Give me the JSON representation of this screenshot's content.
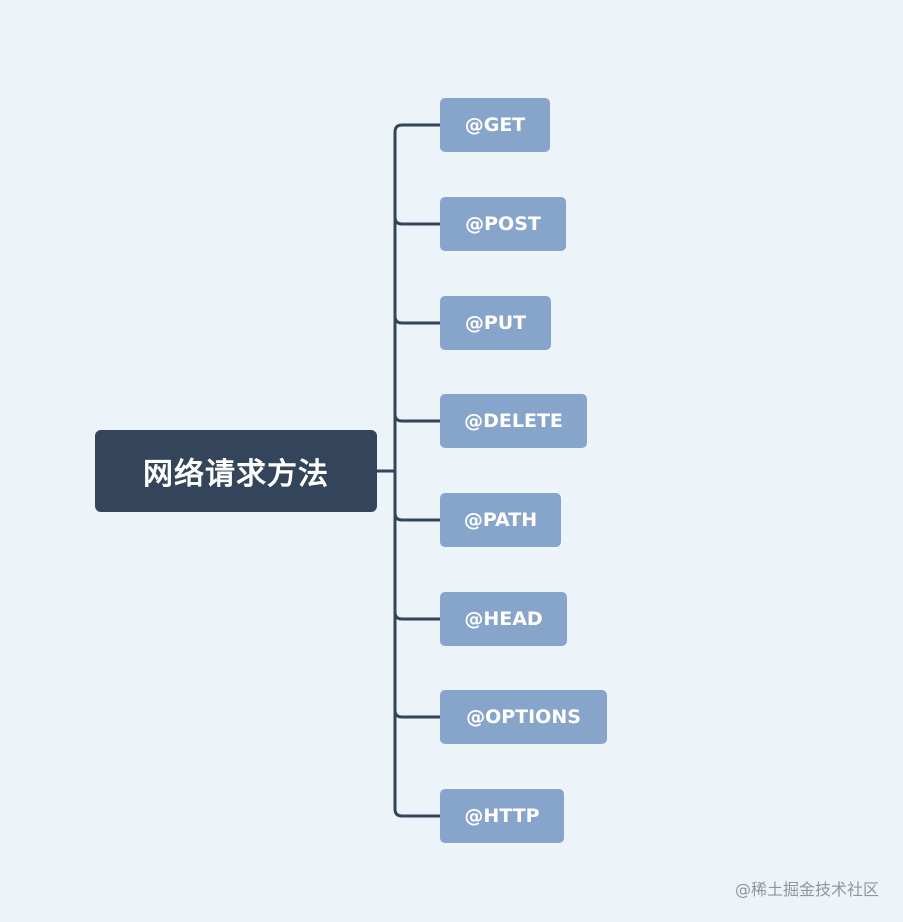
{
  "root": {
    "label": "网络请求方法"
  },
  "children": [
    {
      "label": "@GET"
    },
    {
      "label": "@POST"
    },
    {
      "label": "@PUT"
    },
    {
      "label": "@DELETE"
    },
    {
      "label": "@PATH"
    },
    {
      "label": "@HEAD"
    },
    {
      "label": "@OPTIONS"
    },
    {
      "label": "@HTTP"
    }
  ],
  "watermark": "@稀土掘金技术社区",
  "colors": {
    "background": "#ecf4f9",
    "root_fill": "#34445a",
    "child_fill": "#87a4ca",
    "connector": "#34445a",
    "text": "#ffffff"
  }
}
